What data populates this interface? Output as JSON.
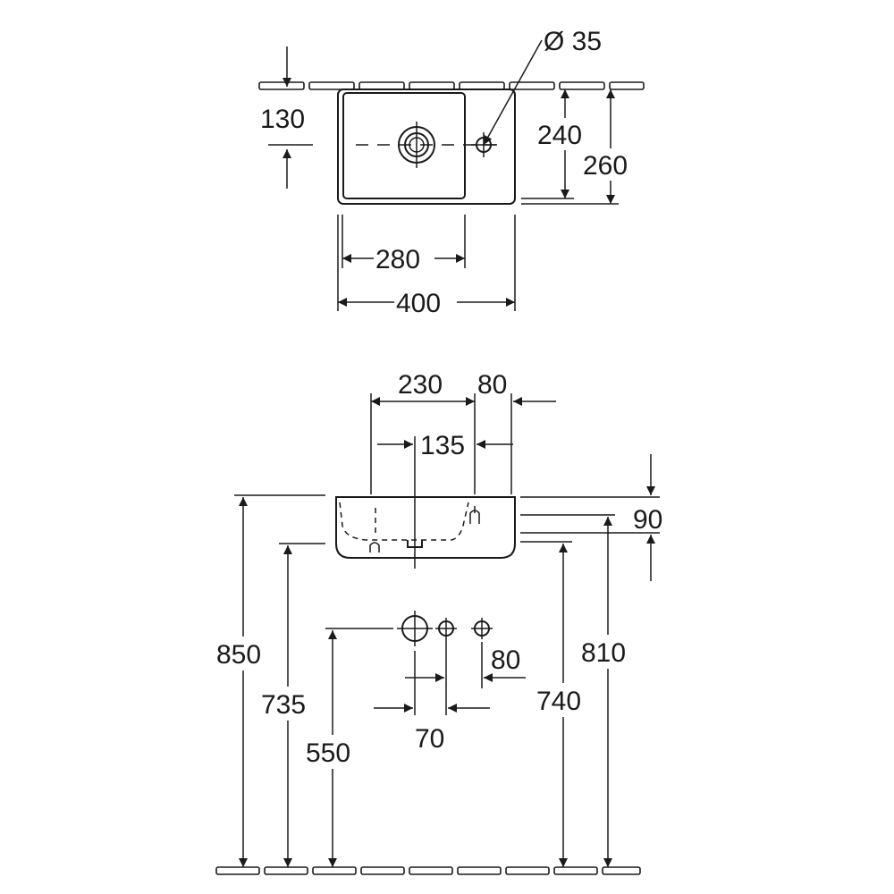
{
  "top_view": {
    "diameter_label": "Ø 35",
    "wall_depth_label": "130",
    "bowl_depth_label": "240",
    "total_depth_label": "260",
    "bowl_width_label": "280",
    "total_width_label": "400"
  },
  "front_view": {
    "bowl_width_label": "230",
    "shelf_width_label": "80",
    "drain_offset_label": "135",
    "basin_height_label": "90",
    "rim_height_label": "850",
    "underside_height_label": "735",
    "trap_height_label": "550",
    "valve_spacing_label": "70",
    "tap_spacing_label": "80",
    "overflow_height_label": "810",
    "bottom_height_label": "740"
  }
}
